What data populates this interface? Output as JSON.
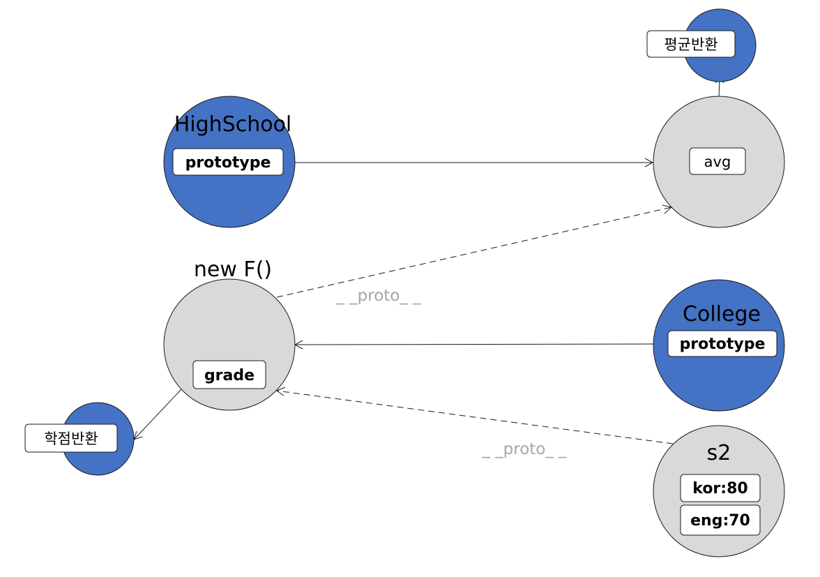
{
  "nodes": {
    "highschool": {
      "title": "HighSchool",
      "field": "prototype"
    },
    "avg_object": {
      "field": "avg"
    },
    "avg_function": {
      "label": "평균반환"
    },
    "new_f": {
      "title": "new F()",
      "field": "grade"
    },
    "grade_function": {
      "label": "학점반환"
    },
    "college": {
      "title": "College",
      "field": "prototype"
    },
    "s2": {
      "title": "s2",
      "fields": [
        "kor:80",
        "eng:70"
      ]
    }
  },
  "edges": {
    "proto_upper": "_ _proto_ _",
    "proto_lower": "_ _proto_ _"
  },
  "colors": {
    "constructor_fill": "#4472c4",
    "object_fill": "#d9d9d9",
    "proto_text": "#a6a6a6"
  }
}
